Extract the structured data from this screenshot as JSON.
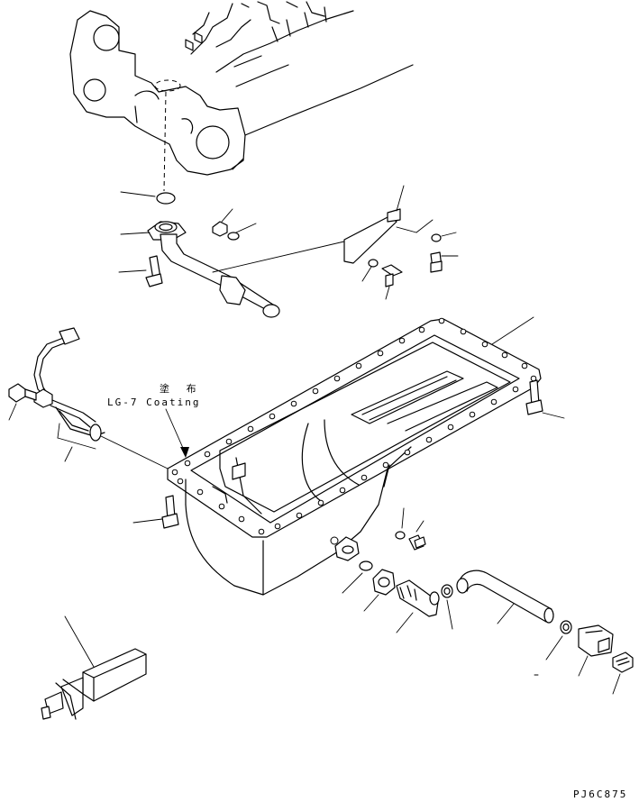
{
  "annotation": {
    "japanese": "塗 布",
    "english": "LG-7 Coating"
  },
  "figure_code": "PJ6C875"
}
